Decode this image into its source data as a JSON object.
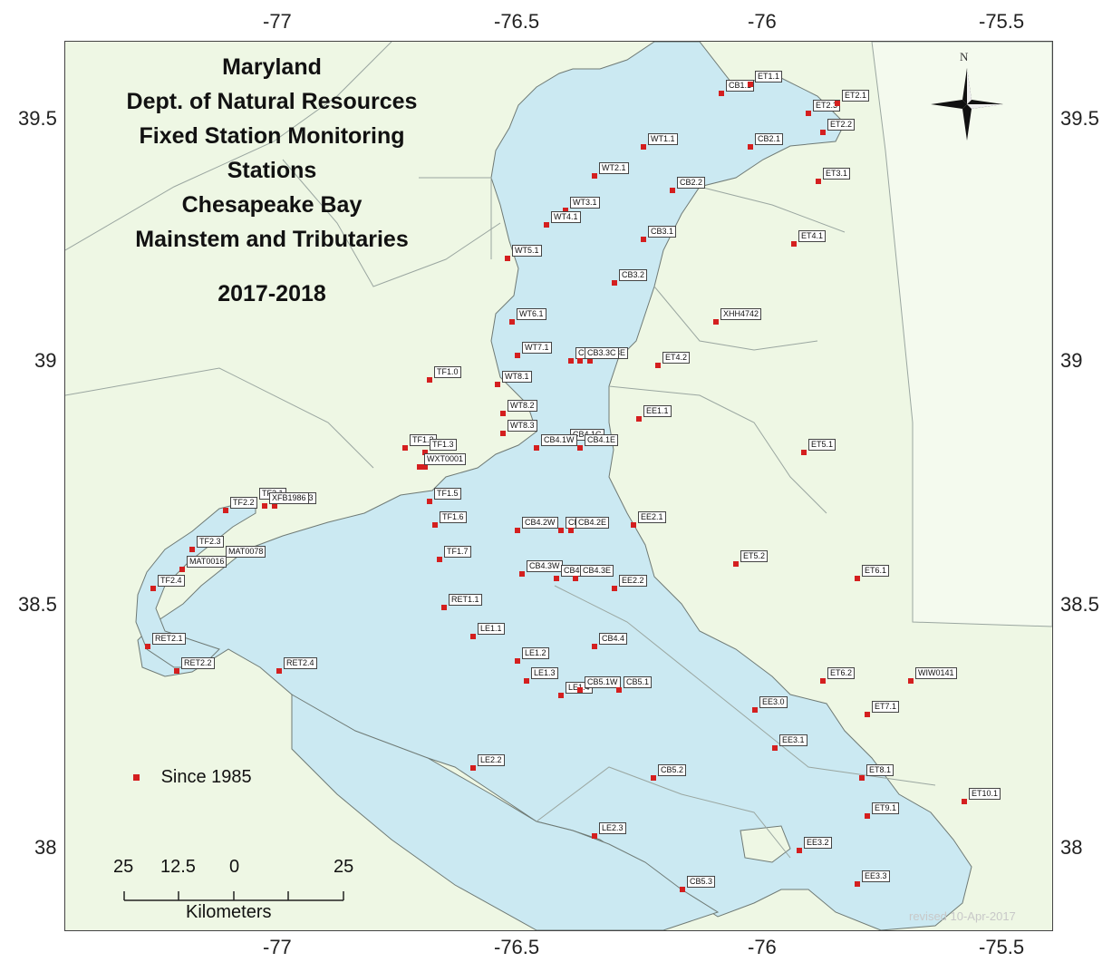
{
  "title": {
    "lines": [
      "Maryland",
      "Dept. of Natural Resources",
      "Fixed Station Monitoring",
      "Stations",
      "Chesapeake Bay",
      "Mainstem and Tributaries"
    ],
    "years": "2017-2018"
  },
  "axes": {
    "lon_ticks": [
      "-77",
      "-76.5",
      "-76",
      "-75.5"
    ],
    "lat_ticks": [
      "39.5",
      "39",
      "38.5",
      "38"
    ]
  },
  "legend": {
    "label": "Since 1985",
    "color": "#d41f1f"
  },
  "scale_bar": {
    "ticks": [
      "25",
      "12.5",
      "0",
      "25"
    ],
    "unit": "Kilometers"
  },
  "north_label": "N",
  "revised": "revised 10-Apr-2017",
  "colors": {
    "water": "#cbe9f2",
    "land": "#eef7e4",
    "station": "#d41f1f",
    "border": "#9aa6a0"
  },
  "stations": [
    {
      "id": "CB1.1",
      "lon": -76.09,
      "lat": 39.55
    },
    {
      "id": "ET1.1",
      "lon": -76.03,
      "lat": 39.57
    },
    {
      "id": "ET2.3",
      "lon": -75.91,
      "lat": 39.51
    },
    {
      "id": "ET2.1",
      "lon": -75.85,
      "lat": 39.53
    },
    {
      "id": "ET2.2",
      "lon": -75.88,
      "lat": 39.47
    },
    {
      "id": "CB2.1",
      "lon": -76.03,
      "lat": 39.44
    },
    {
      "id": "WT1.1",
      "lon": -76.25,
      "lat": 39.44
    },
    {
      "id": "WT2.1",
      "lon": -76.35,
      "lat": 39.38
    },
    {
      "id": "ET3.1",
      "lon": -75.89,
      "lat": 39.37
    },
    {
      "id": "CB2.2",
      "lon": -76.19,
      "lat": 39.35
    },
    {
      "id": "WT3.1",
      "lon": -76.41,
      "lat": 39.31
    },
    {
      "id": "WT4.1",
      "lon": -76.45,
      "lat": 39.28
    },
    {
      "id": "CB3.1",
      "lon": -76.25,
      "lat": 39.25
    },
    {
      "id": "ET4.1",
      "lon": -75.94,
      "lat": 39.24
    },
    {
      "id": "WT5.1",
      "lon": -76.53,
      "lat": 39.21
    },
    {
      "id": "CB3.2",
      "lon": -76.31,
      "lat": 39.16
    },
    {
      "id": "XHH4742",
      "lon": -76.1,
      "lat": 39.08
    },
    {
      "id": "WT6.1",
      "lon": -76.52,
      "lat": 39.08
    },
    {
      "id": "CB3.3W",
      "lon": -76.4,
      "lat": 39.0
    },
    {
      "id": "CB3.3E",
      "lon": -76.36,
      "lat": 39.0
    },
    {
      "id": "CB3.3C",
      "lon": -76.38,
      "lat": 39.0
    },
    {
      "id": "WT7.1",
      "lon": -76.51,
      "lat": 39.01
    },
    {
      "id": "ET4.2",
      "lon": -76.22,
      "lat": 38.99
    },
    {
      "id": "TF1.0",
      "lon": -76.69,
      "lat": 38.96
    },
    {
      "id": "WT8.1",
      "lon": -76.55,
      "lat": 38.95
    },
    {
      "id": "WT8.2",
      "lon": -76.54,
      "lat": 38.89
    },
    {
      "id": "WT8.3",
      "lon": -76.54,
      "lat": 38.85
    },
    {
      "id": "EE1.1",
      "lon": -76.26,
      "lat": 38.88
    },
    {
      "id": "CB4.1C",
      "lon": -76.41,
      "lat": 38.83
    },
    {
      "id": "CB4.1W",
      "lon": -76.47,
      "lat": 38.82
    },
    {
      "id": "CB4.1E",
      "lon": -76.38,
      "lat": 38.82
    },
    {
      "id": "ET5.1",
      "lon": -75.92,
      "lat": 38.81
    },
    {
      "id": "TF1.2",
      "lon": -76.74,
      "lat": 38.82
    },
    {
      "id": "TF1.3",
      "lon": -76.7,
      "lat": 38.81
    },
    {
      "id": "TF1.4",
      "lon": -76.7,
      "lat": 38.78
    },
    {
      "id": "WXT0001",
      "lon": -76.71,
      "lat": 38.78
    },
    {
      "id": "TF1.5",
      "lon": -76.69,
      "lat": 38.71
    },
    {
      "id": "TF1.6",
      "lon": -76.68,
      "lat": 38.66
    },
    {
      "id": "TF1.7",
      "lon": -76.67,
      "lat": 38.59
    },
    {
      "id": "TF2.1",
      "lon": -77.05,
      "lat": 38.71
    },
    {
      "id": "PIS0033",
      "lon": -77.01,
      "lat": 38.7
    },
    {
      "id": "XFB1986",
      "lon": -77.03,
      "lat": 38.7
    },
    {
      "id": "TF2.2",
      "lon": -77.11,
      "lat": 38.69
    },
    {
      "id": "TF2.3",
      "lon": -77.18,
      "lat": 38.61
    },
    {
      "id": "MAT0078",
      "lon": -77.12,
      "lat": 38.59
    },
    {
      "id": "MAT0016",
      "lon": -77.2,
      "lat": 38.57
    },
    {
      "id": "TF2.4",
      "lon": -77.26,
      "lat": 38.53
    },
    {
      "id": "CB4.2W",
      "lon": -76.51,
      "lat": 38.65
    },
    {
      "id": "CB4.2C",
      "lon": -76.42,
      "lat": 38.65
    },
    {
      "id": "CB4.2E",
      "lon": -76.4,
      "lat": 38.65
    },
    {
      "id": "EE2.1",
      "lon": -76.27,
      "lat": 38.66
    },
    {
      "id": "ET5.2",
      "lon": -76.06,
      "lat": 38.58
    },
    {
      "id": "ET6.1",
      "lon": -75.81,
      "lat": 38.55
    },
    {
      "id": "CB4.3W",
      "lon": -76.5,
      "lat": 38.56
    },
    {
      "id": "CB4.3C",
      "lon": -76.43,
      "lat": 38.55
    },
    {
      "id": "CB4.3E",
      "lon": -76.39,
      "lat": 38.55
    },
    {
      "id": "EE2.2",
      "lon": -76.31,
      "lat": 38.53
    },
    {
      "id": "RET1.1",
      "lon": -76.66,
      "lat": 38.49
    },
    {
      "id": "LE1.1",
      "lon": -76.6,
      "lat": 38.43
    },
    {
      "id": "CB4.4",
      "lon": -76.35,
      "lat": 38.41
    },
    {
      "id": "LE1.2",
      "lon": -76.51,
      "lat": 38.38
    },
    {
      "id": "LE1.3",
      "lon": -76.49,
      "lat": 38.34
    },
    {
      "id": "LE1.4",
      "lon": -76.42,
      "lat": 38.31
    },
    {
      "id": "CB5.1W",
      "lon": -76.38,
      "lat": 38.32
    },
    {
      "id": "CB5.1",
      "lon": -76.3,
      "lat": 38.32
    },
    {
      "id": "ET6.2",
      "lon": -75.88,
      "lat": 38.34
    },
    {
      "id": "WIW0141",
      "lon": -75.7,
      "lat": 38.34
    },
    {
      "id": "EE3.0",
      "lon": -76.02,
      "lat": 38.28
    },
    {
      "id": "ET7.1",
      "lon": -75.79,
      "lat": 38.27
    },
    {
      "id": "EE3.1",
      "lon": -75.98,
      "lat": 38.2
    },
    {
      "id": "RET2.1",
      "lon": -77.27,
      "lat": 38.41
    },
    {
      "id": "RET2.2",
      "lon": -77.21,
      "lat": 38.36
    },
    {
      "id": "RET2.4",
      "lon": -77.0,
      "lat": 38.36
    },
    {
      "id": "LE2.2",
      "lon": -76.6,
      "lat": 38.16
    },
    {
      "id": "CB5.2",
      "lon": -76.23,
      "lat": 38.14
    },
    {
      "id": "ET8.1",
      "lon": -75.8,
      "lat": 38.14
    },
    {
      "id": "ET10.1",
      "lon": -75.59,
      "lat": 38.09
    },
    {
      "id": "ET9.1",
      "lon": -75.79,
      "lat": 38.06
    },
    {
      "id": "LE2.3",
      "lon": -76.35,
      "lat": 38.02
    },
    {
      "id": "EE3.2",
      "lon": -75.93,
      "lat": 37.99
    },
    {
      "id": "CB5.3",
      "lon": -76.17,
      "lat": 37.91
    },
    {
      "id": "EE3.3",
      "lon": -75.81,
      "lat": 37.92
    }
  ]
}
